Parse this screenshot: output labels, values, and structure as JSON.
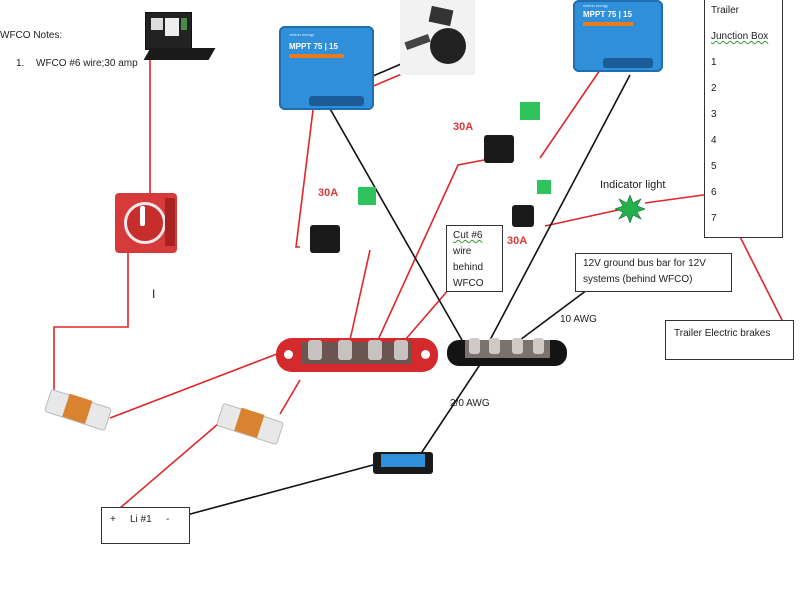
{
  "notes": {
    "title": "WFCO Notes:",
    "items": [
      {
        "num": "1.",
        "text": "WFCO #6 wire;30 amp"
      }
    ]
  },
  "devices": {
    "mppt_left": {
      "brand": "victron energy",
      "model": "MPPT 75 | 15"
    },
    "mppt_right": {
      "brand": "victron energy",
      "model": "MPPT 75 | 15"
    }
  },
  "fuse_labels": [
    "30A",
    "30A",
    "30A"
  ],
  "indicator": {
    "label": "Indicator light"
  },
  "junction_box": {
    "title_line1": "Trailer",
    "title_line2": "Junction Box",
    "pins": [
      "1",
      "2",
      "3",
      "4",
      "5",
      "6",
      "7"
    ]
  },
  "callouts": {
    "cut_wire": [
      "Cut #6",
      "wire",
      "behind",
      "WFCO"
    ],
    "ground_bus": [
      "12V ground bus bar for 12V",
      "systems (behind WFCO)"
    ],
    "brakes": "Trailer Electric brakes",
    "battery": {
      "plus": "+",
      "name": "Li #1",
      "minus": "-"
    }
  },
  "wire_labels": {
    "awg10": "10 AWG",
    "awg20": "2/0 AWG"
  },
  "stray_mark": "I",
  "colors": {
    "positive_wire": "#e0262a",
    "negative_wire": "#111111",
    "bus_red": "#d42a2e",
    "indicator_green": "#22b14c"
  }
}
